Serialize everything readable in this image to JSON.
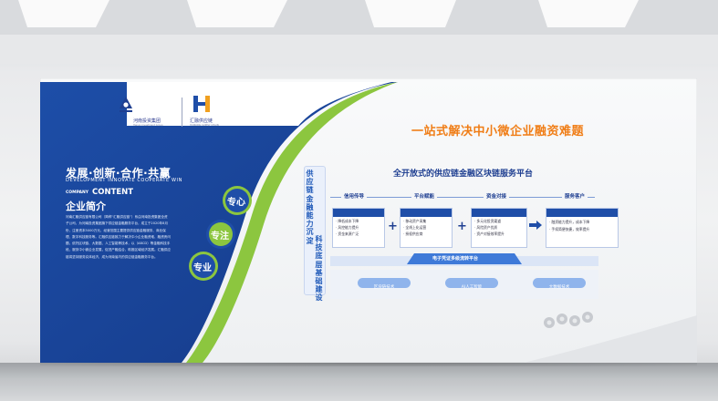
{
  "wall": {
    "slogan_cn": "发展·创新·合作·共赢",
    "slogan_en": "DEVELOPMENT INNOVATE COOPERATE WIN",
    "company_label": "COMPANY",
    "content_label": "CONTENT",
    "intro_title": "企业简介",
    "intro_text": "河南汇融供应链有限公司（简称“汇融供应链”）系由河南投资集团全资子公司，为河南投资集团旗下供应链金融服务平台，成立于2020年8月份，注册资本5000万元，经营范围主要提供供应链金融服务、商业保理、数字科技服务等。汇融供应链致力于解决中小企业融资难、融资贵问题，依托区块链、大数据、人工智能等技术，以（ABCD）等金融科技手段，服务中小微企业发展，促进产融结合，助推区域经济发展。汇融供应链将坚持服务实体经济，成为河南省内的供应链金融服务平台。",
    "circles": [
      "专心",
      "专注",
      "专业"
    ],
    "logo1_cn": "河南投资集团",
    "logo1_en": "Henan Investment Group",
    "logo2_cn": "汇融供应链",
    "logo2_en": "HUIRONG SUPPLY CHAIN",
    "headline": "一站式解决中小微企业融资难题",
    "vertical_left": "供应链金融能力沉淀",
    "vertical_right": "科技底层基础建设",
    "platform_title": "全开放式的供应链金融区块链服务平台",
    "stages": [
      "信用传导",
      "平台赋能",
      "资金对接",
      "服务客户"
    ],
    "boxes": [
      {
        "title": "核心企业",
        "lines": [
          "· 降低成本下降",
          "· 风控能力提升",
          "· 资金来源广泛"
        ]
      },
      {
        "title": "流转平台",
        "lines": [
          "· 移动资产采集",
          "· 全线上化运营",
          "· 授权供应商"
        ]
      },
      {
        "title": "资金方",
        "lines": [
          "· 多元化投资渠道",
          "· 风险资产优质",
          "· 资产对接效率提升"
        ]
      },
      {
        "title": "供应商",
        "lines": [
          "· 融资能力提升，成本下降",
          "· 手续简便快捷，效率提升"
        ]
      }
    ],
    "plus_sign": "+",
    "middle_bar": "电子凭证多级流转平台",
    "bottom_pills": [
      "区块链技术",
      "AI人工智能",
      "大数据技术"
    ]
  }
}
